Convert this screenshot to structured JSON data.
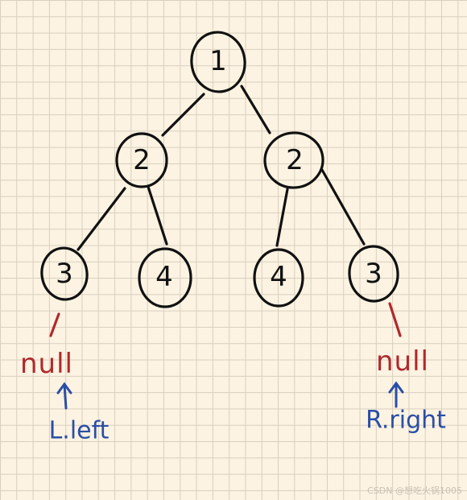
{
  "tree": {
    "nodes": [
      {
        "id": "root",
        "label": "1"
      },
      {
        "id": "l",
        "label": "2"
      },
      {
        "id": "r",
        "label": "2"
      },
      {
        "id": "ll",
        "label": "3"
      },
      {
        "id": "lr",
        "label": "4"
      },
      {
        "id": "rl",
        "label": "4"
      },
      {
        "id": "rr",
        "label": "3"
      }
    ],
    "edges": [
      [
        "root",
        "l"
      ],
      [
        "root",
        "r"
      ],
      [
        "l",
        "ll"
      ],
      [
        "l",
        "lr"
      ],
      [
        "r",
        "rl"
      ],
      [
        "r",
        "rr"
      ]
    ]
  },
  "null_markers": [
    {
      "id": "null-left",
      "label": "null",
      "parent": "ll"
    },
    {
      "id": "null-right",
      "label": "null",
      "parent": "rr"
    }
  ],
  "annotations": [
    {
      "id": "anno-left",
      "label": "L.left"
    },
    {
      "id": "anno-right",
      "label": "R.right"
    }
  ],
  "colors": {
    "ink": "#111111",
    "null_red": "#b0292d",
    "annotation_blue": "#2a4ea6",
    "paper": "#fcf3e2",
    "grid": "#d8cfbf"
  },
  "watermark": "CSDN @想吃火锅1005"
}
